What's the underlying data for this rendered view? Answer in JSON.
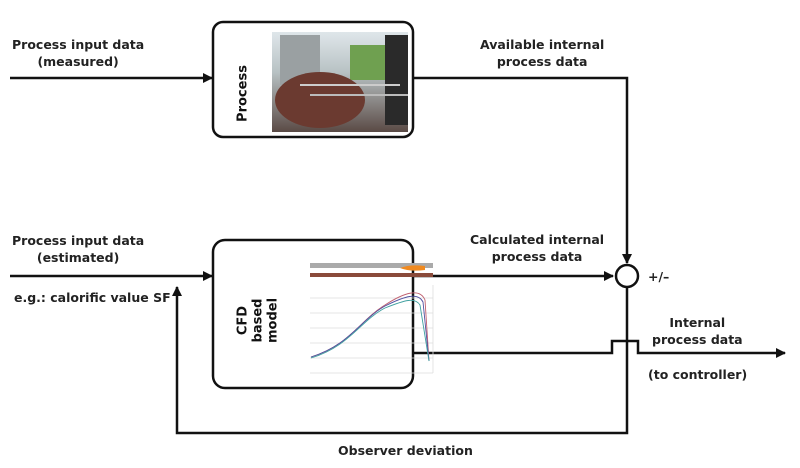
{
  "blocks": {
    "process": {
      "label": "Process"
    },
    "model": {
      "label_lines": [
        "CFD",
        "based",
        "model"
      ]
    }
  },
  "labels": {
    "input_measured": [
      "Process input data",
      "(measured)"
    ],
    "available": [
      "Available internal",
      "process data"
    ],
    "input_estimated": [
      "Process input data",
      "(estimated)"
    ],
    "example": "e.g.: calorific value SF",
    "calculated": [
      "Calculated internal",
      "process data"
    ],
    "sign": "+/–",
    "output": [
      "Internal",
      "process data"
    ],
    "to_controller": "(to controller)",
    "observer": "Observer deviation"
  },
  "colors": {
    "line": "#111111"
  }
}
